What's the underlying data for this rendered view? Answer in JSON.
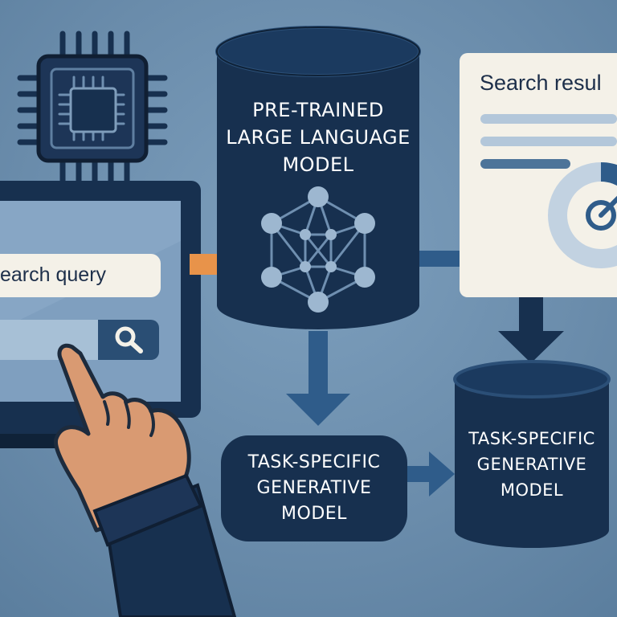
{
  "diagram": {
    "pretrained_model": {
      "lines": [
        "PRE-TRAINED",
        "LARGE LANGUAGE",
        "MODEL"
      ]
    },
    "task_model_box": {
      "lines": [
        "TASK-SPECIFIC",
        "GENERATIVE",
        "MODEL"
      ]
    },
    "task_model_cylinder": {
      "lines": [
        "TASK-SPECIFIC",
        "GENERATIVE",
        "MODEL"
      ]
    },
    "search_input": {
      "text": "earch query"
    },
    "search_results": {
      "title": "Search resul"
    },
    "icons": [
      "chip-icon",
      "neural-network-icon",
      "search-icon",
      "gauge-icon",
      "hand-pointer-icon"
    ],
    "colors": {
      "background": "#6a8cab",
      "navy": "#17304f",
      "arrow_blue": "#2f5c8a",
      "arrow_orange": "#e8934a",
      "panel": "#f4f1e8"
    }
  }
}
